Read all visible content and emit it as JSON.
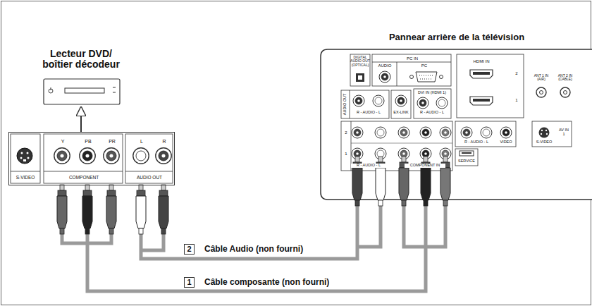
{
  "diagram": {
    "nodes": [
      {
        "text": [
          "Lecteur DVD/ boîtier décodeur"
        ]
      },
      {
        "text": [
          "S-VIDEO",
          "Y",
          "PB",
          "PR",
          "COMPONENT",
          "L",
          "R",
          "AUDIO OUT"
        ]
      },
      {
        "text": [
          "Pannear arrière de la télévision",
          "DIGITAL AUDIO OUT (OPTICAL)",
          "PC IN",
          "AUDIO",
          "PC",
          "HDMI IN",
          "2",
          "1",
          "ANT 1 IN (AIR)",
          "ANT 2 IN (CABLE)",
          "AUDIO OUT",
          "R - AUDIO - L",
          "EX-LINK",
          "DVI IN (HDMI 1)",
          "R - AUDIO - L",
          "2",
          "1",
          "R - AUDIO - L",
          "COMPONENT IN",
          "R - AUDIO - L",
          "VIDEO",
          "S-VIDEO",
          "AV IN 1",
          "SERVICE"
        ]
      }
    ],
    "edges": [
      {
        "from": 1,
        "to": 2,
        "arrow": "none",
        "label": "Câble Audio (non fourni)"
      },
      {
        "from": 1,
        "to": 2,
        "arrow": "none",
        "label": "Câble composante (non fourni)"
      },
      {
        "from": 1,
        "to": 0,
        "arrow": "to"
      }
    ],
    "labels": [
      "2",
      "1"
    ]
  }
}
